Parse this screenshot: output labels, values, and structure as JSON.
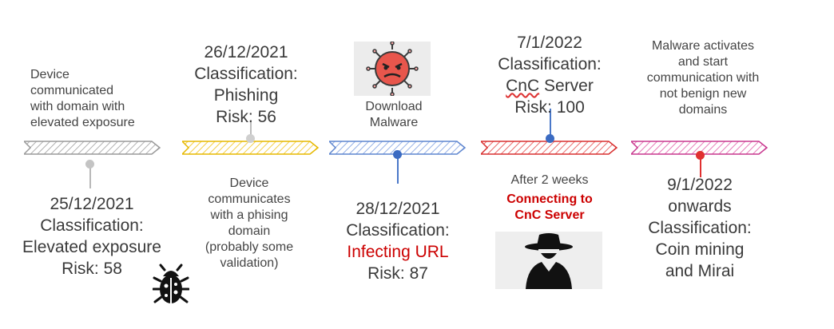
{
  "events": [
    {
      "top_text": "Device\ncommunicated\nwith domain with\nelevated exposure",
      "bottom_text": "25/12/2021\nClassification:\nElevated exposure\nRisk: 58",
      "color": "#a8a8a8"
    },
    {
      "top_text": "26/12/2021\nClassification:\nPhishing\nRisk: 56",
      "bottom_text": "Device\ncommunicates\nwith a phising\ndomain\n(probably some\nvalidation)",
      "color": "#f2c21b"
    },
    {
      "top_text": "Download\nMalware",
      "bottom_date": "28/12/2021",
      "bottom_class": "Classification:",
      "bottom_red": "Infecting URL",
      "bottom_risk": "Risk: 87",
      "color": "#4a78c9"
    },
    {
      "top_text": "7/1/2022\nClassification:",
      "top_cnc": "CnC",
      "top_server": " Server",
      "top_risk": "Risk: 100",
      "bottom_note": "After 2 weeks",
      "bottom_red": "Connecting to\nCnC Server",
      "color": "#e03030"
    },
    {
      "top_text": "Malware activates\nand start\ncommunication with\nnot benign new\ndomains",
      "bottom_text": "9/1/2022\nonwards\nClassification:\nCoin mining\nand Mirai",
      "color": "#cc3f9e"
    }
  ],
  "icons": [
    "virus-icon",
    "bug-icon",
    "hacker-icon"
  ]
}
